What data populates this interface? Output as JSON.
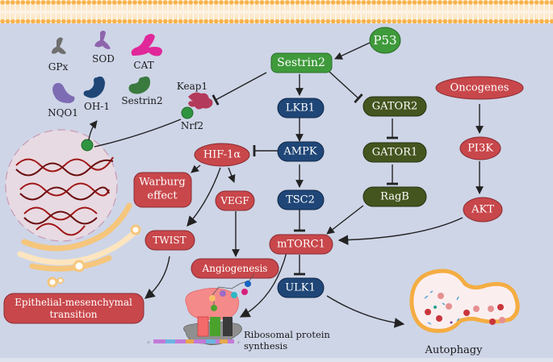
{
  "colors": {
    "background": "#ced5e7",
    "membrane": "#f7b24a",
    "green_node": "#3f9a3b",
    "blue_node": "#1f4677",
    "olive_node": "#44551f",
    "red_node": "#c8474b",
    "nucleus": "#e8dae2"
  },
  "antioxidants": {
    "gpx": "GPx",
    "sod": "SOD",
    "cat": "CAT",
    "nqo1": "NQO1",
    "oh1": "OH-1",
    "sestrin2": "Sestrin2"
  },
  "complex": {
    "keap1": "Keap1",
    "nrf2": "Nrf2"
  },
  "nodes": {
    "p53": "P53",
    "sestrin2": "Sestrin2",
    "lkb1": "LKB1",
    "ampk": "AMPK",
    "tsc2": "TSC2",
    "mtorc1": "mTORC1",
    "ulk1": "ULK1",
    "gator2": "GATOR2",
    "gator1": "GATOR1",
    "ragb": "RagB",
    "oncogenes": "Oncogenes",
    "pi3k": "PI3K",
    "akt": "AKT",
    "hif1a": "HIF-1α",
    "warburg_line1": "Warburg",
    "warburg_line2": "effect",
    "vegf": "VEGF",
    "twist": "TWIST",
    "angiogenesis": "Angiogenesis",
    "emt_line1": "Epithelial-mesenchymal",
    "emt_line2": "transition"
  },
  "outcomes": {
    "ribosomal_line1": "Ribosomal protein",
    "ribosomal_line2": "synthesis",
    "autophagy": "Autophagy"
  },
  "mrna": {
    "five_prime": "5'",
    "three_prime": "3'"
  }
}
